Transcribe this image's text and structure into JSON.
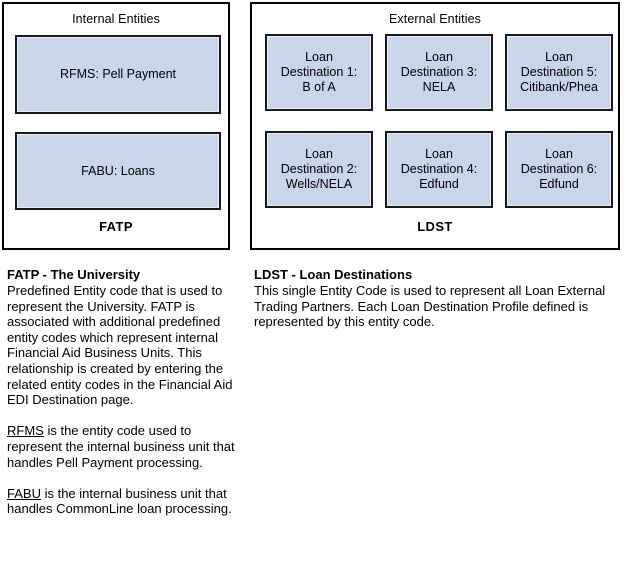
{
  "colors": {
    "entity_fill": "#c9d6ea",
    "entity_border": "#1a1a1a",
    "panel_border": "#000000",
    "background": "#ffffff",
    "text": "#000000"
  },
  "panels": [
    {
      "id": "internal",
      "title": "Internal Entities",
      "footer": "FATP",
      "boxes": [
        {
          "id": "rfms",
          "label": "RFMS: Pell Payment"
        },
        {
          "id": "fabu",
          "label": "FABU: Loans"
        }
      ]
    },
    {
      "id": "external",
      "title": "External Entities",
      "footer": "LDST",
      "boxes": [
        {
          "id": "ld1",
          "label": "Loan\nDestination 1:\nB of A"
        },
        {
          "id": "ld2",
          "label": "Loan\nDestination 2:\nWells/NELA"
        },
        {
          "id": "ld3",
          "label": "Loan\nDestination 3:\nNELA"
        },
        {
          "id": "ld4",
          "label": "Loan\nDestination 4:\nEdfund"
        },
        {
          "id": "ld5",
          "label": "Loan\nDestination 5:\nCitibank/Phea"
        },
        {
          "id": "ld6",
          "label": "Loan\nDestination 6:\nEdfund"
        }
      ]
    }
  ],
  "descriptions": {
    "fatp": {
      "heading": "FATP - The University",
      "body": "Predefined Entity code that is used to represent the University. FATP is associated with additional predefined entity codes which represent internal Financial Aid Business Units. This relationship is created by entering the related entity codes in the Financial Aid EDI Destination page.",
      "note_rfms_term": "RFMS",
      "note_rfms_body": " is the entity code used to represent the internal business unit that handles Pell Payment processing.",
      "note_fabu_term": "FABU",
      "note_fabu_body": " is the internal business unit that handles CommonLine loan processing."
    },
    "ldst": {
      "heading": "LDST - Loan Destinations",
      "body": "This single Entity Code is used to represent all Loan External Trading Partners. Each Loan Destination Profile defined is represented by this entity code."
    }
  }
}
